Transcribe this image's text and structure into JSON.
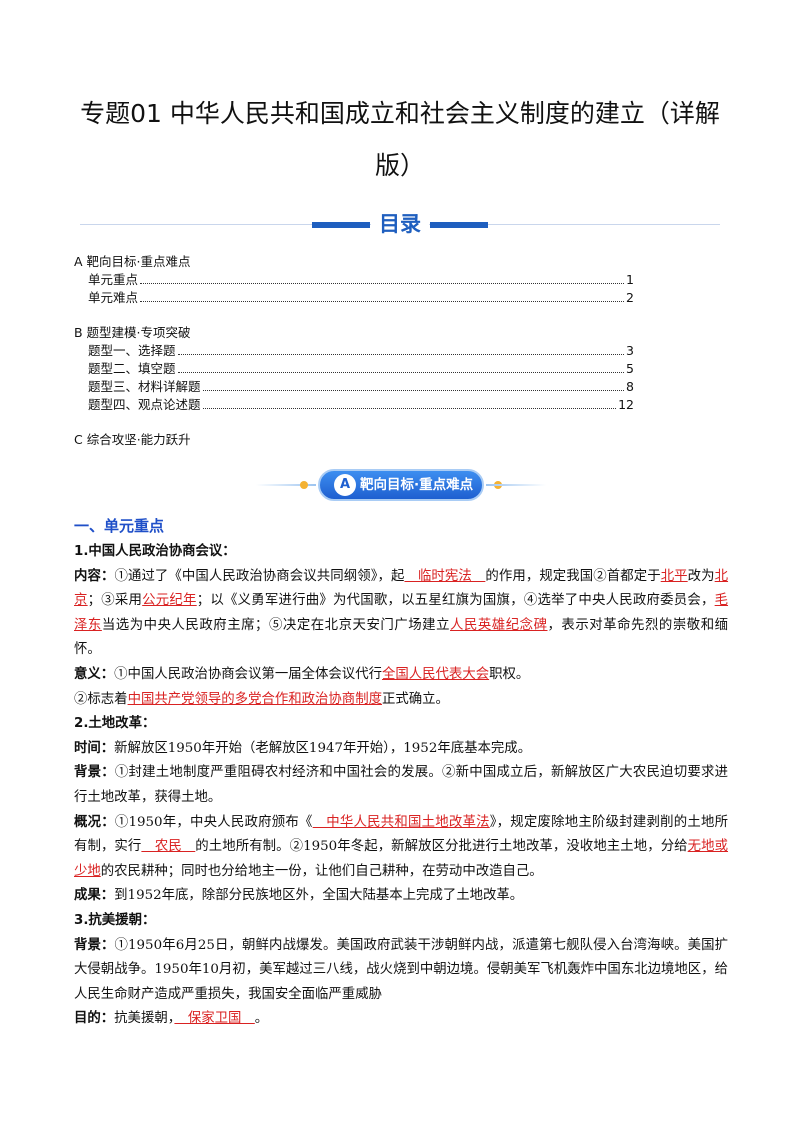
{
  "title": "专题01 中华人民共和国成立和社会主义制度的建立（详解版）",
  "toc": {
    "heading": "目录",
    "sections": [
      {
        "label": "A 靶向目标·重点难点",
        "items": [
          {
            "label": "单元重点",
            "page": "1"
          },
          {
            "label": "单元难点",
            "page": "2"
          }
        ]
      },
      {
        "label": "B 题型建模·专项突破",
        "items": [
          {
            "label": "题型一、选择题",
            "page": "3"
          },
          {
            "label": "题型二、填空题",
            "page": "5"
          },
          {
            "label": "题型三、材料详解题",
            "page": "8"
          },
          {
            "label": "题型四、观点论述题",
            "page": "12"
          }
        ]
      },
      {
        "label": "C 综合攻坚·能力跃升",
        "items": []
      }
    ]
  },
  "banner": {
    "badge": "A",
    "text": "靶向目标·重点难点"
  },
  "section_heading": "一、单元重点",
  "blocks": {
    "b1": {
      "title": "1.中国人民政治协商会议：",
      "content_label": "内容：",
      "c1": "①通过了《中国人民政治协商会议共同纲领》，起",
      "a1": "　临时宪法　",
      "c2": "的作用，规定我国②首都定于",
      "a2": "北平",
      "c3": "改为",
      "a3": "北京",
      "c4": "；③采用",
      "a4": "公元纪年",
      "c5": "；以《义勇军进行曲》为代国歌，以五星红旗为国旗，④选举了中央人民政府委员会，",
      "a5": "毛泽东",
      "c6": "当选为中央人民政府主席；⑤决定在北京天安门广场建立",
      "a6": "人民英雄纪念碑",
      "c7": "，表示对革命先烈的崇敬和缅怀。",
      "meaning_label": "意义：",
      "m1": "①中国人民政治协商会议第一届全体会议代行",
      "a7": "全国人民代表大会",
      "m2": "职权。",
      "m3": "②标志着",
      "a8": "中国共产党领导的多党合作和政治协商制度",
      "m4": "正式确立。"
    },
    "b2": {
      "title": "2.土地改革：",
      "time_label": "时间：",
      "time": "新解放区1950年开始（老解放区1947年开始），1952年底基本完成。",
      "bg_label": "背景：",
      "bg": "①封建土地制度严重阻碍农村经济和中国社会的发展。②新中国成立后，新解放区广大农民迫切要求进行土地改革，获得土地。",
      "ov_label": "概况：",
      "o1": "①1950年，中央人民政府颁布《",
      "a1": "　中华人民共和国土地改革法",
      "o2": "》，规定废除地主阶级封建剥削的土地所有制，实行",
      "a2": "　农民　",
      "o3": "的土地所有制。②1950年冬起，新解放区分批进行土地改革，没收地主土地，分给",
      "a3": "无地或少地",
      "o4": "的农民耕种；同时也分给地主一份，让他们自己耕种，在劳动中改造自己。",
      "res_label": "成果：",
      "res": "到1952年底，除部分民族地区外，全国大陆基本上完成了土地改革。"
    },
    "b3": {
      "title": "3.抗美援朝：",
      "bg_label": "背景：",
      "bg": "①1950年6月25日，朝鲜内战爆发。美国政府武装干涉朝鲜内战，派遣第七舰队侵入台湾海峡。美国扩大侵朝战争。1950年10月初，美军越过三八线，战火烧到中朝边境。侵朝美军飞机轰炸中国东北边境地区，给人民生命财产造成严重损失，我国安全面临严重威胁",
      "goal_label": "目的：",
      "g1": "抗美援朝，",
      "a1": "　保家卫国　",
      "g2": "。"
    }
  }
}
